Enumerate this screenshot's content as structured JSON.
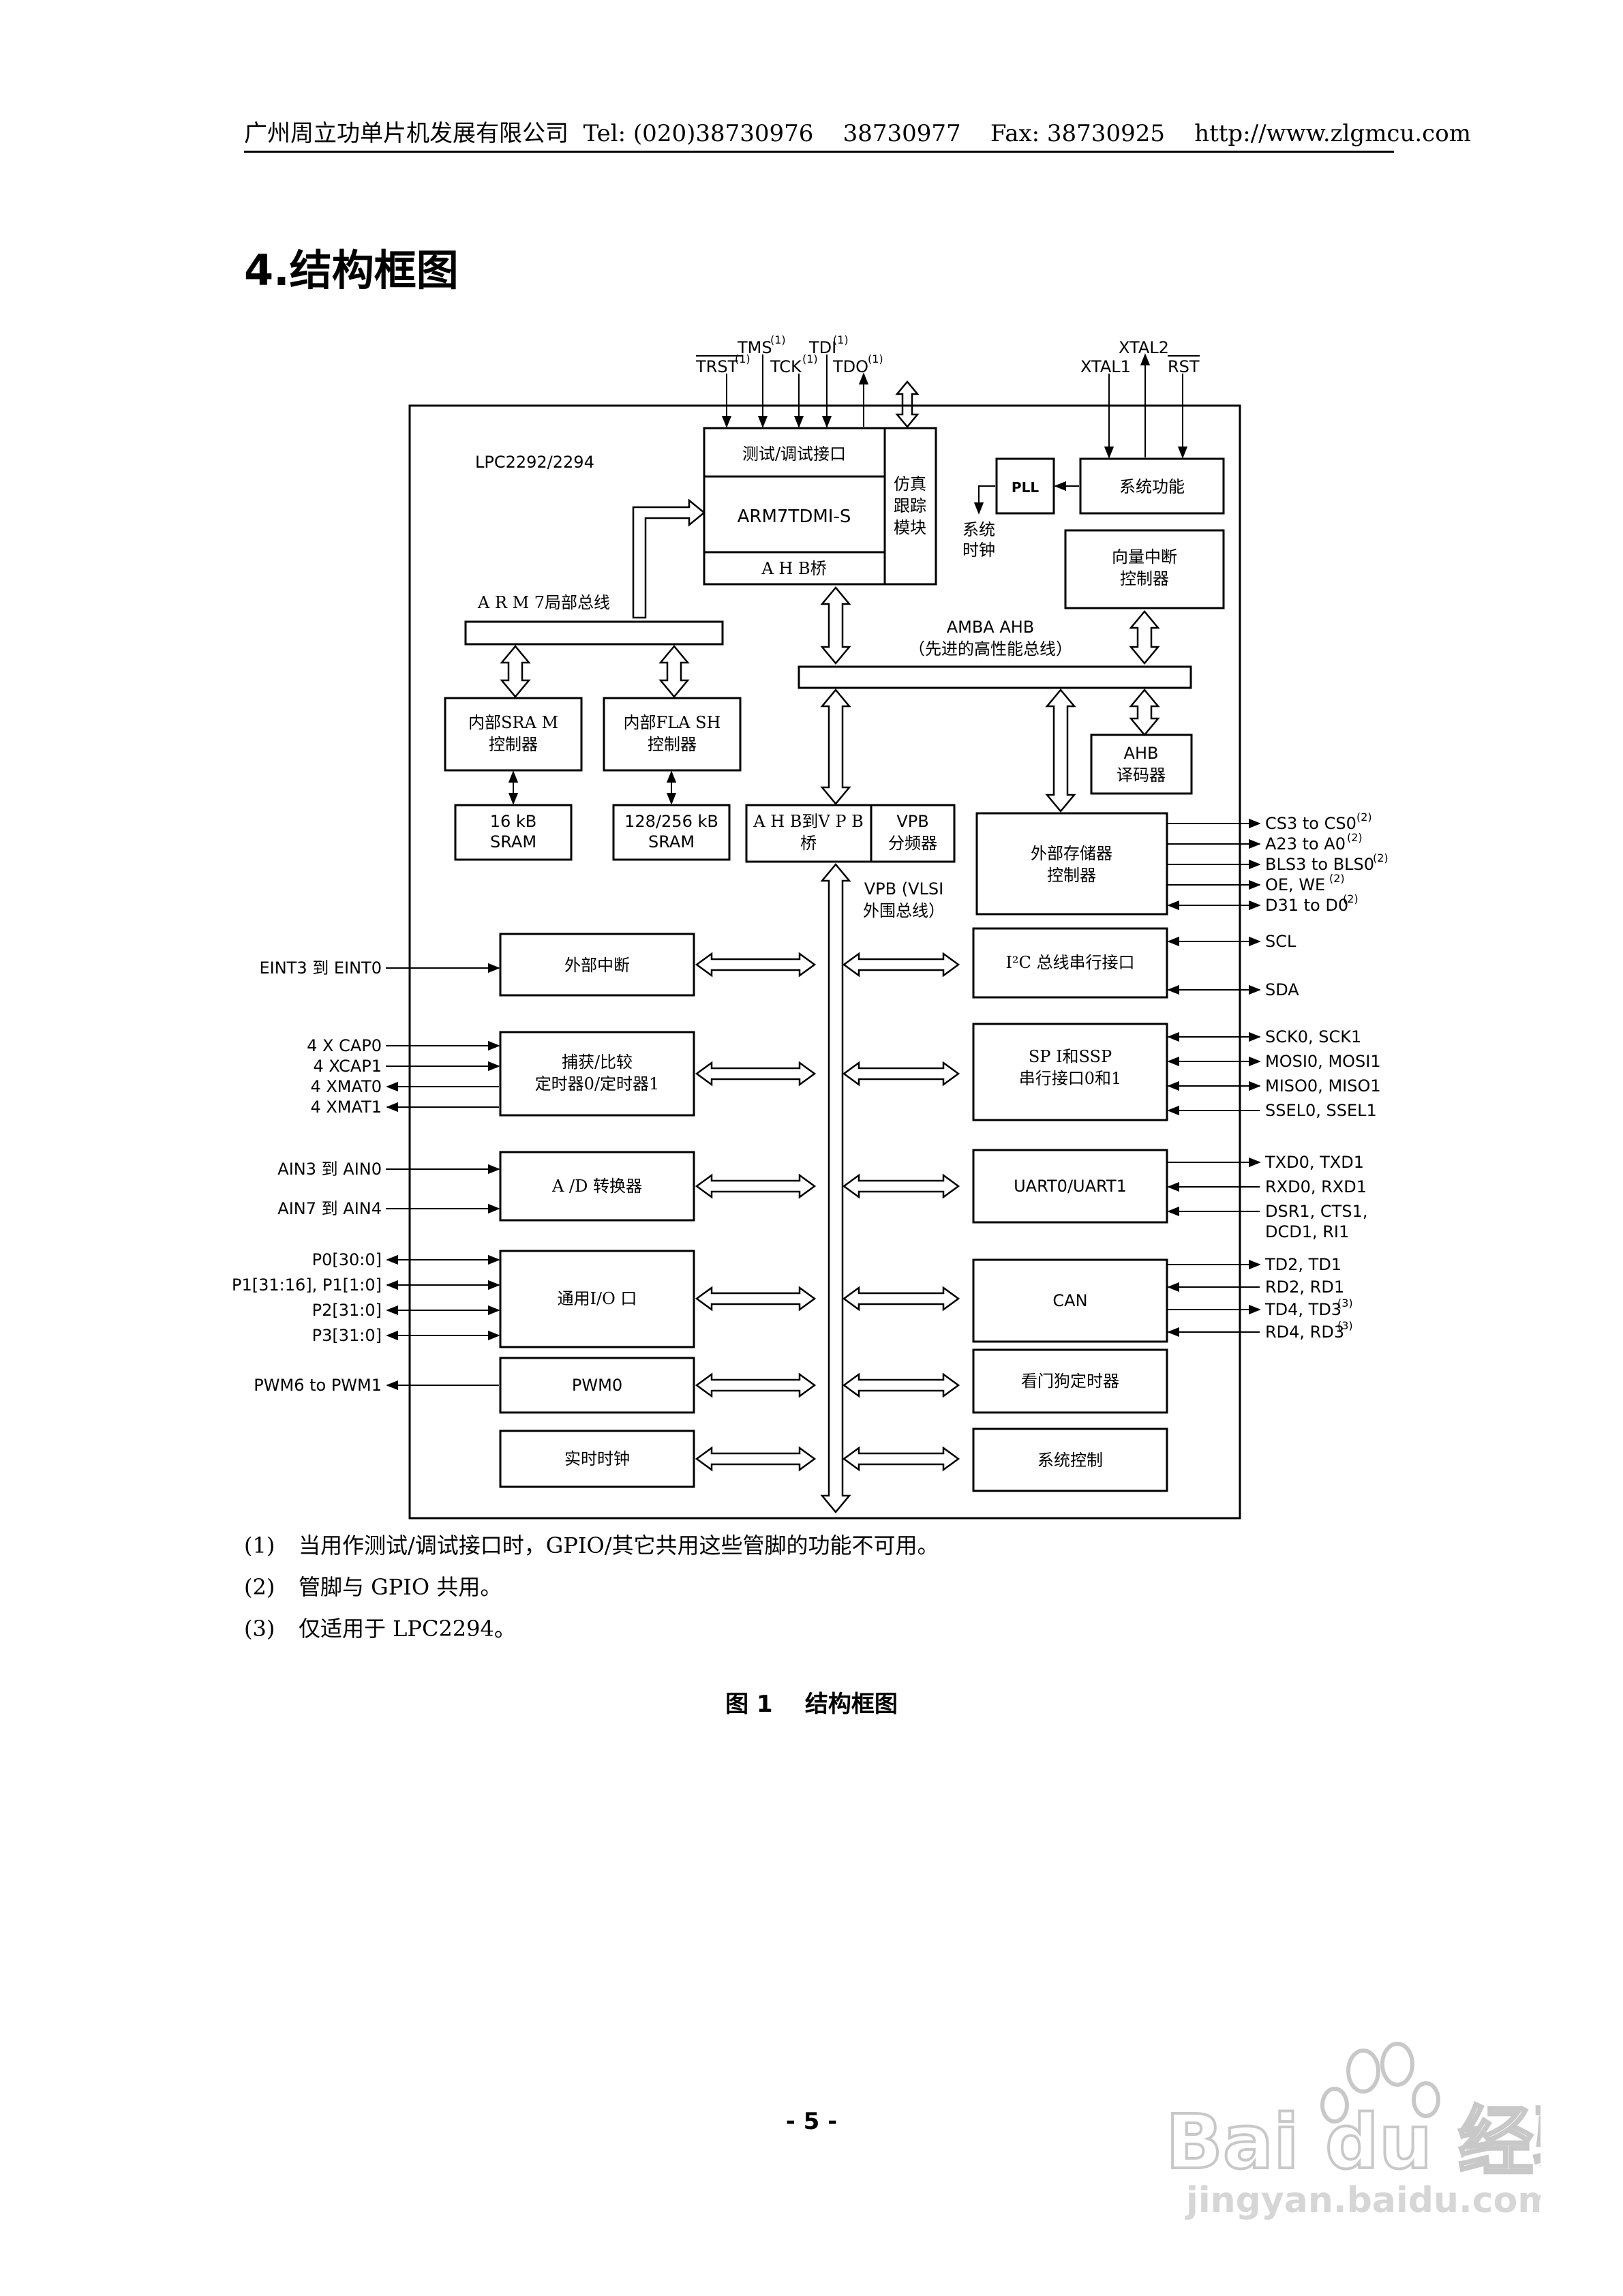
{
  "header": {
    "company": "广州周立功单片机发展有限公司",
    "tel": "Tel: (020)38730976    38730977",
    "fax": "Fax: 38730925",
    "url": "http://www.zlgmcu.com"
  },
  "section_title": "4.结构框图",
  "diagram": {
    "chip_name": "LPC2292/2294",
    "top_pins": {
      "trst": "TRST",
      "tms": "TMS",
      "tck": "TCK",
      "tdi": "TDI",
      "tdo": "TDO",
      "sup": "(1)",
      "xtal2": "XTAL2",
      "xtal1": "XTAL1",
      "rst": "RST"
    },
    "blocks": {
      "test_debug": "测试/调试接口",
      "arm_core": "ARM7TDMI-S",
      "ahb_bridge": "A H B桥",
      "emu_trace": [
        "仿真",
        "跟踪",
        "模块"
      ],
      "pll": "PLL",
      "system_func": "系统功能",
      "sys_clock": [
        "系统",
        "时钟"
      ],
      "vic": [
        "向量中断",
        "控制器"
      ],
      "arm7_bus": "A R M 7局部总线",
      "amba_ahb": [
        "AMBA AHB",
        "（先进的高性能总线）"
      ],
      "sram_ctrl": [
        "内部SRA M",
        "控制器"
      ],
      "flash_ctrl": [
        "内部FLA SH",
        "控制器"
      ],
      "ahb_decoder": [
        "AHB",
        "译码器"
      ],
      "sram": [
        "16 kB",
        "SRAM"
      ],
      "flash": [
        "128/256 kB",
        "SRAM"
      ],
      "ahb_vpb": [
        "A H B到V P B",
        "桥"
      ],
      "vpb_div": [
        "VPB",
        "分频器"
      ],
      "ext_mem": [
        "外部存储器",
        "控制器"
      ],
      "vpb_bus": [
        "VPB (VLSI",
        "外围总线）"
      ],
      "ext_int": "外部中断",
      "i2c": "I²C 总线串行接口",
      "capture": [
        "捕获/比较",
        "定时器0/定时器1"
      ],
      "spi": [
        "SP I和SSP",
        "串行接口0和1"
      ],
      "adc": "A /D 转换器",
      "uart": "UART0/UART1",
      "gpio": "通用I/O 口",
      "can": "CAN",
      "pwm": "PWM0",
      "watchdog": "看门狗定时器",
      "rtc": "实时时钟",
      "sys_ctrl": "系统控制"
    },
    "left_signals": {
      "eint": "EINT3 到 EINT0",
      "cap0": "4 X CAP0",
      "cap1": "4 XCAP1",
      "mat0": "4 XMAT0",
      "mat1": "4 XMAT1",
      "ain_a": "AIN3 到 AIN0",
      "ain_b": "AIN7 到 AIN4",
      "p0": "P0[30:0]",
      "p1": "P1[31:16], P1[1:0]",
      "p2": "P2[31:0]",
      "p3": "P3[31:0]",
      "pwm": "PWM6 to PWM1"
    },
    "right_signals": {
      "cs": "CS3 to CS0",
      "addr": "A23 to A0",
      "bls": "BLS3 to BLS0",
      "oe": "OE, WE",
      "data": "D31 to D0",
      "sup2": "(2)",
      "sup3": "(3)",
      "scl": "SCL",
      "sda": "SDA",
      "sck": "SCK0, SCK1",
      "mosi": "MOSI0, MOSI1",
      "miso": "MISO0, MISO1",
      "ssel": "SSEL0, SSEL1",
      "txd": "TXD0, TXD1",
      "rxd": "RXD0, RXD1",
      "dsr": "DSR1, CTS1,",
      "dcd": "DCD1, RI1",
      "td12": "TD2, TD1",
      "rd12": "RD2, RD1",
      "td34": "TD4, TD3",
      "rd34": "RD4, RD3"
    }
  },
  "notes": [
    {
      "num": "(1)",
      "text": "当用作测试/调试接口时，GPIO/其它共用这些管脚的功能不可用。"
    },
    {
      "num": "(2)",
      "text": "管脚与 GPIO 共用。"
    },
    {
      "num": "(3)",
      "text": "仅适用于 LPC2294。"
    }
  ],
  "figure_caption": "图 1    结构框图",
  "page_number": "- 5 -",
  "watermark": {
    "logo": "Bai du 经验",
    "url": "jingyan.baidu.com"
  }
}
